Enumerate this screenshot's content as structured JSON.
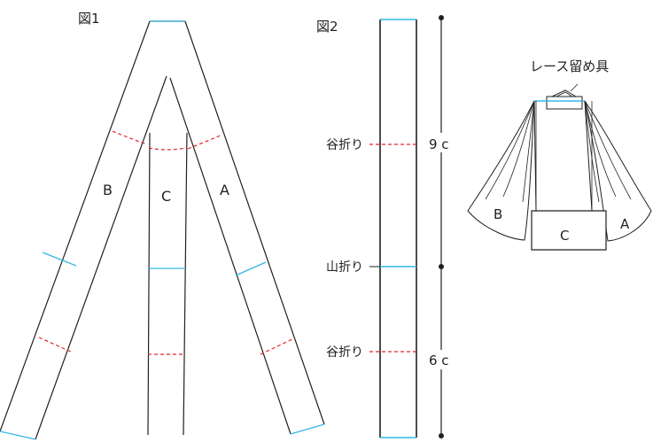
{
  "figure1": {
    "title": "図1",
    "strips": [
      {
        "label": "B"
      },
      {
        "label": "C"
      },
      {
        "label": "A"
      }
    ]
  },
  "figure2": {
    "title": "図2",
    "folds": [
      {
        "label": "谷折り",
        "type": "valley",
        "color": "#e0262b"
      },
      {
        "label": "山折り",
        "type": "mountain",
        "color": "#35b6e5"
      },
      {
        "label": "谷折り",
        "type": "valley",
        "color": "#e0262b"
      }
    ],
    "measures": [
      {
        "label": "9 c"
      },
      {
        "label": "6 c"
      }
    ]
  },
  "figure3": {
    "callout": "レース留め具",
    "labels": [
      "B",
      "C",
      "A"
    ]
  },
  "colors": {
    "ink": "#231f20",
    "mountain_fold": "#35b6e5",
    "valley_fold": "#e0262b"
  }
}
